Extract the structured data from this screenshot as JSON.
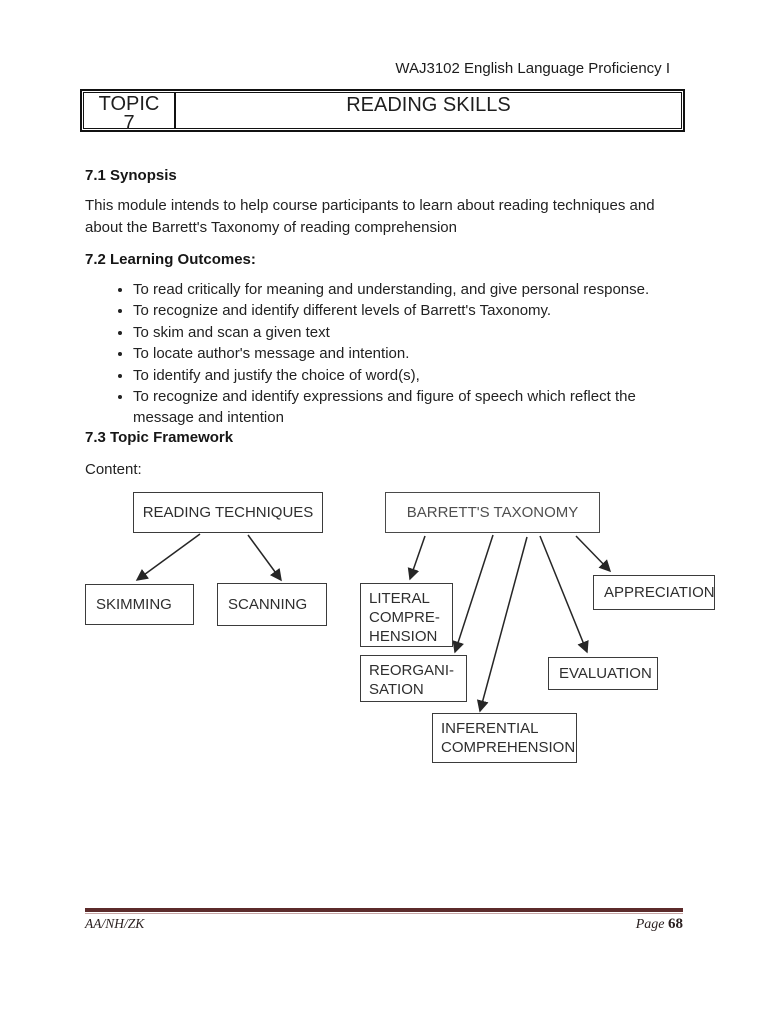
{
  "header": {
    "course": "WAJ3102 English Language Proficiency I"
  },
  "topic_banner": {
    "label": "TOPIC",
    "number": "7",
    "title": "READING SKILLS"
  },
  "synopsis": {
    "heading": "7.1 Synopsis",
    "body": "This module intends to help course participants to learn about reading techniques and about the Barrett's Taxonomy of reading comprehension"
  },
  "outcomes": {
    "heading": "7.2 Learning Outcomes:",
    "items": [
      "To read critically for meaning and understanding, and give personal response.",
      "To recognize and identify different levels of Barrett's Taxonomy.",
      "To skim and scan a given text",
      "To locate author's message and intention.",
      "To identify and justify the choice of word(s),",
      "To recognize and identify expressions and figure of speech which reflect the message and intention"
    ]
  },
  "framework": {
    "heading": "7.3 Topic Framework",
    "content_label": "Content:"
  },
  "diagram": {
    "nodes": {
      "reading_techniques": "READING TECHNIQUES",
      "barretts_taxonomy": "BARRETT'S TAXONOMY",
      "skimming": "SKIMMING",
      "scanning": "SCANNING",
      "literal": "LITERAL\nCOMPRE-\nHENSION",
      "reorganisation": "REORGANI-\nSATION",
      "inferential": "INFERENTIAL\nCOMPREHENSION",
      "evaluation": "EVALUATION",
      "appreciation": "APPRECIATION"
    }
  },
  "footer": {
    "initials": "AA/NH/ZK",
    "page_word": "Page",
    "page_number": "68"
  },
  "colors": {
    "footer_rule": "#5C2B2B",
    "footer_rule_light": "#C7A7A7",
    "text": "#1F1F1F"
  }
}
